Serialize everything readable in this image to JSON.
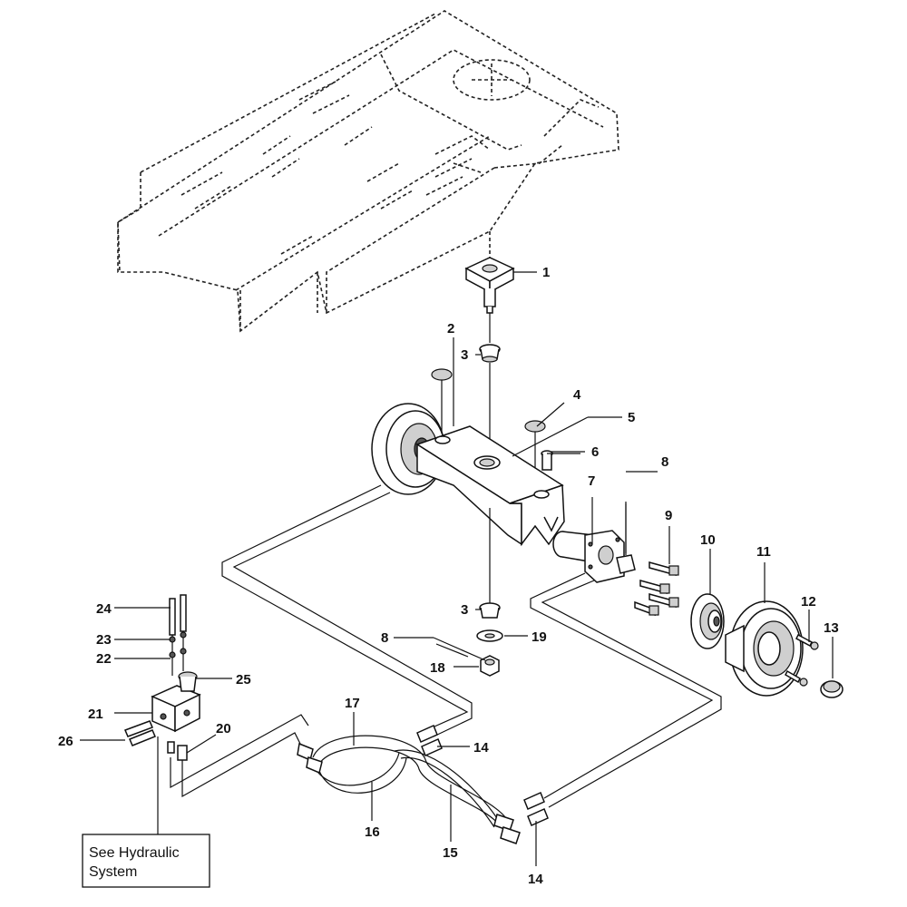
{
  "callouts": {
    "c1": "1",
    "c2": "2",
    "c3a": "3",
    "c3b": "3",
    "c4": "4",
    "c5": "5",
    "c6": "6",
    "c7": "7",
    "c8a": "8",
    "c8b": "8",
    "c9": "9",
    "c10": "10",
    "c11": "11",
    "c12": "12",
    "c13": "13",
    "c14a": "14",
    "c14b": "14",
    "c15": "15",
    "c16": "16",
    "c17": "17",
    "c18": "18",
    "c19": "19",
    "c20": "20",
    "c21": "21",
    "c22": "22",
    "c23": "23",
    "c24": "24",
    "c25": "25",
    "c26": "26"
  },
  "note": {
    "line1": "See Hydraulic",
    "line2": "System"
  }
}
